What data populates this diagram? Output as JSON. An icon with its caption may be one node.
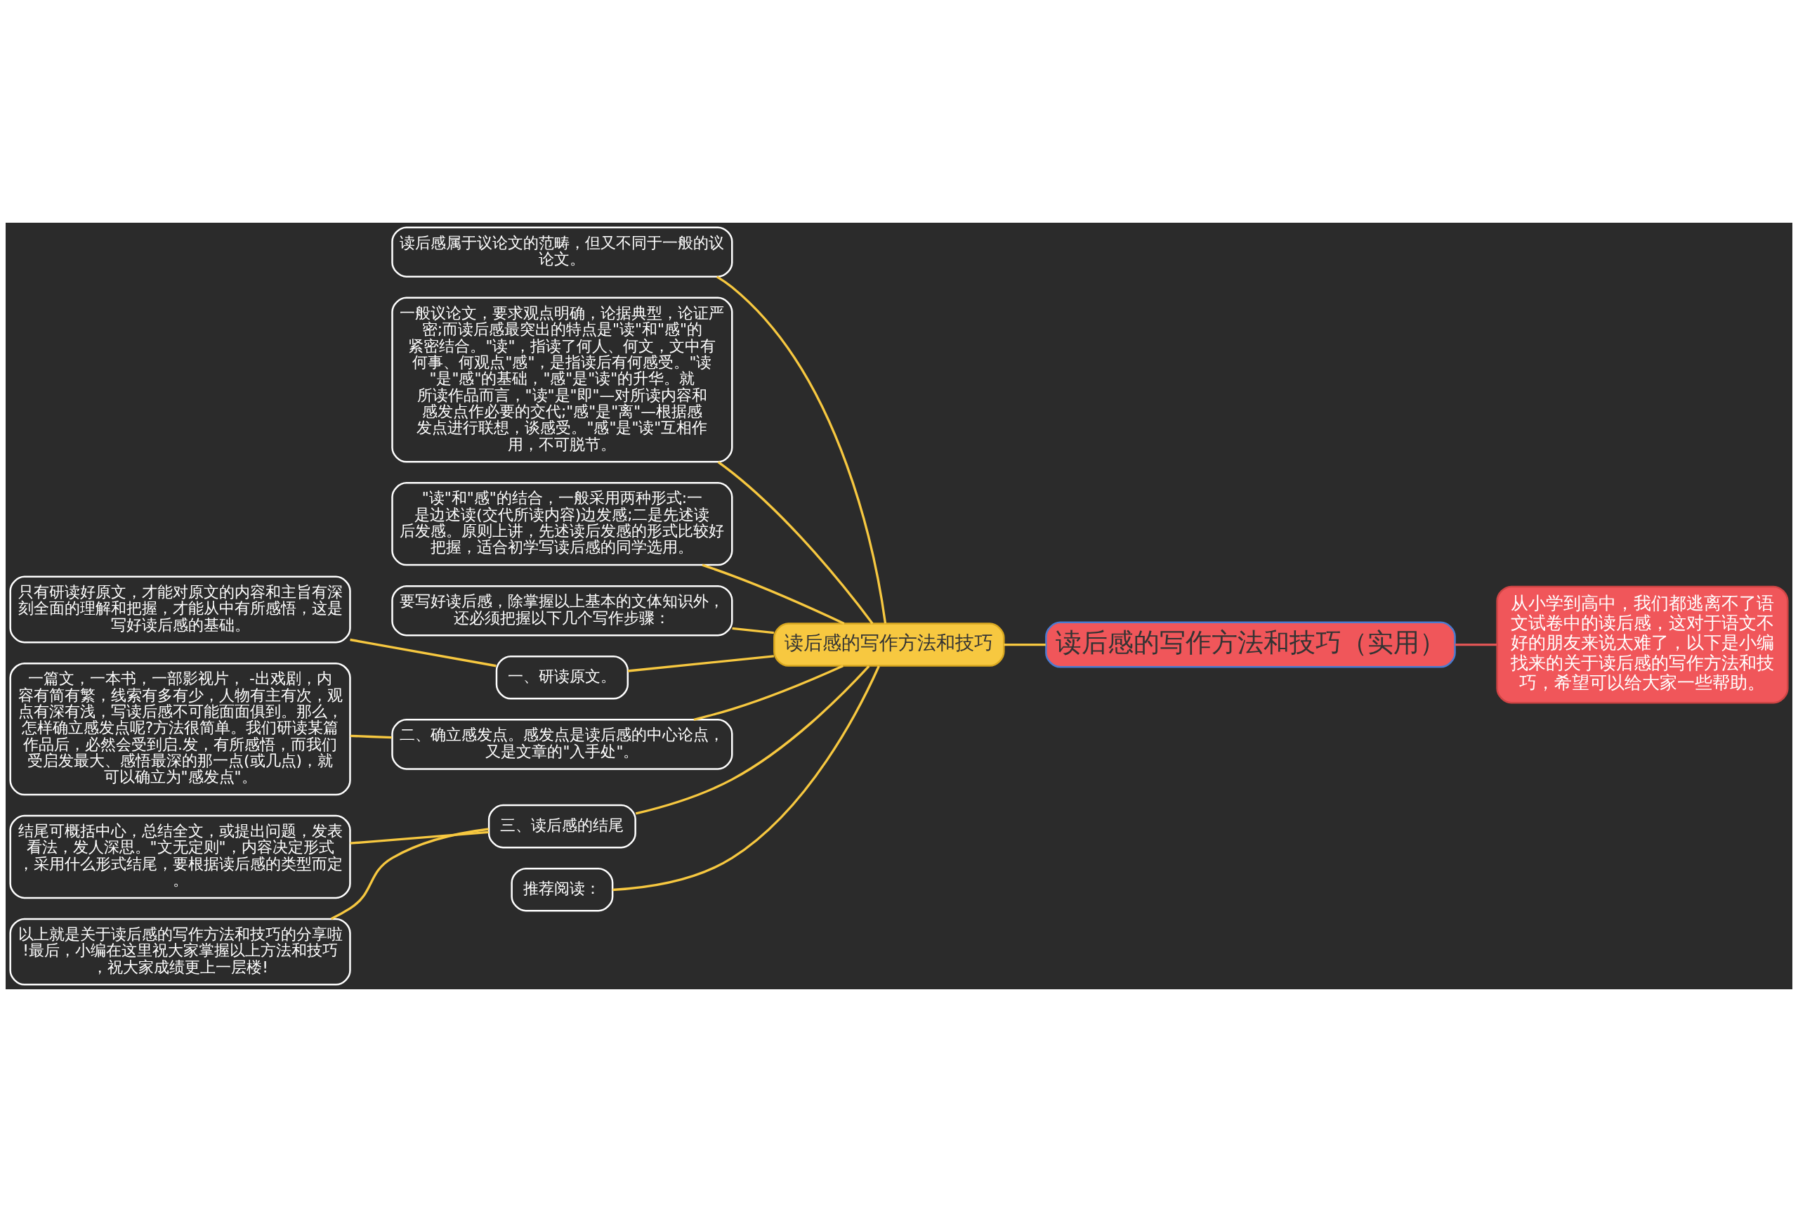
{
  "diagram": {
    "nodes": [
      {
        "text": [
          "读后感的写作方法和技巧（实用）"
        ]
      },
      {
        "text": [
          "从小学到高中，我们都逃离不了语文试卷中的读后感，这对于语文不好的朋友来说太难了，以下是小编找来的关于读后感的写作方法和技巧，希望可以给大家一些帮助。"
        ]
      },
      {
        "text": [
          "读后感的写作方法和技巧"
        ]
      },
      {
        "text": [
          "读后感属于议论文的范畴，但又不同于一般的议论文。"
        ]
      },
      {
        "text": [
          "一般议论文，要求观点明确，论据典型，论证严密;而读后感最突出的特点是\"读\"和\"感\"的紧密结合。\"读\"，指读了何人、何文，文中有何事、何观点\"感\"，是指读后有何感受。\"读\"是\"感\"的基础，\"感\"是\"读\"的升华。就所读作品而言，\"读\"是\"即\"—对所读内容和感发点作必要的交代;\"感\"是\"离\"—根据感发点进行联想，谈感受。\"感\"是\"读\"互相作用，不可脱节。"
        ]
      },
      {
        "text": [
          "\"读\"和\"感\"的结合，一般采用两种形式:一是边述读(交代所读内容)边发感;二是先述读后发感。原则上讲，先述读后发感的形式比较好把握，适合初学写读后感的同学选用。"
        ]
      },
      {
        "text": [
          "要写好读后感，除掌握以上基本的文体知识外，还必须把握以下几个写作步骤："
        ]
      },
      {
        "text": [
          "一、研读原文。"
        ]
      },
      {
        "text": [
          "只有研读好原文，才能对原文的内容和主旨有深刻全面的理解和把握，才能从中有所感悟，这是写好读后感的基础。"
        ]
      },
      {
        "text": [
          "二、确立感发点。感发点是读后感的中心论点，又是文章的\"入手处\"。"
        ]
      },
      {
        "text": [
          "一篇文，一本书，一部影视片， -出戏剧，内容有简有繁，线索有多有少，人物有主有次，观点有深有浅，写读后感不可能面面俱到。那么，怎样确立感发点呢?方法很简单。我们研读某篇作品后，必然会受到启.发，有所感悟，而我们受启发最大、感悟最深的那一点(或几点)，就可以确立为\"感发点\"。"
        ]
      },
      {
        "text": [
          "三、读后感的结尾"
        ]
      },
      {
        "text": [
          "结尾可概括中心，总结全文，或提出问题，发表看法，发人深思。\"文无定则\"，内容决定形式，采用什么形式结尾，要根据读后感的类型而定。"
        ]
      },
      {
        "text": [
          "以上就是关于读后感的写作方法和技巧的分享啦!最后，小编在这里祝大家掌握以上方法和技巧，祝大家成绩更上一层楼!"
        ]
      },
      {
        "text": [
          "推荐阅读："
        ]
      }
    ],
    "edges": [
      {
        "from": 1,
        "to": 0,
        "arrow": "none",
        "color": "#e05555"
      },
      {
        "from": 0,
        "to": 2,
        "arrow": "none"
      },
      {
        "from": 2,
        "to": 3,
        "arrow": "none"
      },
      {
        "from": 2,
        "to": 4,
        "arrow": "none"
      },
      {
        "from": 2,
        "to": 5,
        "arrow": "none"
      },
      {
        "from": 2,
        "to": 6,
        "arrow": "none"
      },
      {
        "from": 2,
        "to": 7,
        "arrow": "none"
      },
      {
        "from": 7,
        "to": 8,
        "arrow": "none"
      },
      {
        "from": 2,
        "to": 9,
        "arrow": "none"
      },
      {
        "from": 9,
        "to": 10,
        "arrow": "none"
      },
      {
        "from": 2,
        "to": 11,
        "arrow": "none"
      },
      {
        "from": 11,
        "to": 12,
        "arrow": "none"
      },
      {
        "from": 11,
        "to": 13,
        "arrow": "none"
      },
      {
        "from": 2,
        "to": 14,
        "arrow": "none"
      }
    ]
  }
}
